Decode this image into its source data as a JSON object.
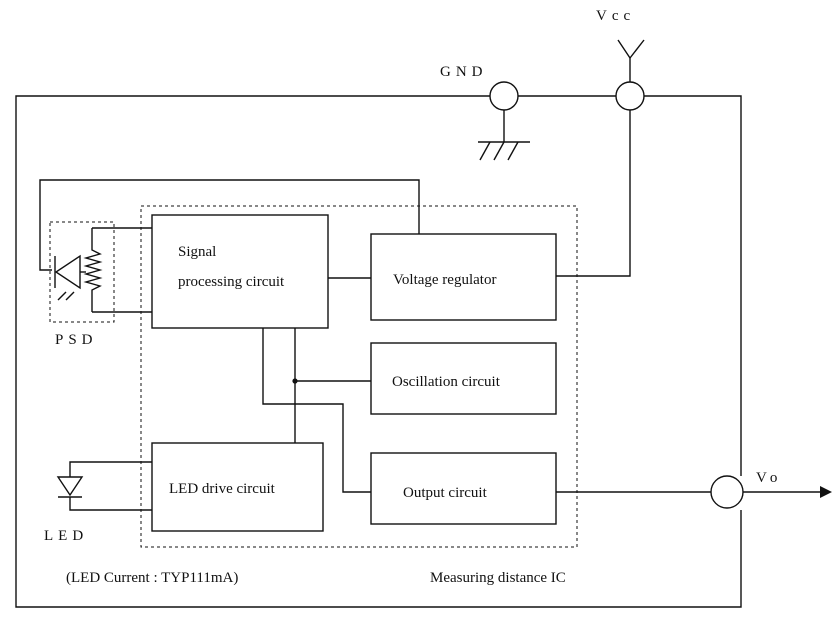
{
  "terminals": {
    "gnd": "GND",
    "vcc": "Vcc",
    "vo": "Vo"
  },
  "blocks": {
    "signal_processing_line1": "Signal",
    "signal_processing_line2": "processing  circuit",
    "voltage_regulator": "Voltage regulator",
    "oscillation_circuit": "Oscillation circuit",
    "led_drive_circuit": "LED drive circuit",
    "output_circuit": "Output circuit"
  },
  "components": {
    "psd": "PSD",
    "led": "LED"
  },
  "notes": {
    "led_current": "(LED Current : TYP111mA)",
    "ic_label": "Measuring  distance  IC"
  }
}
